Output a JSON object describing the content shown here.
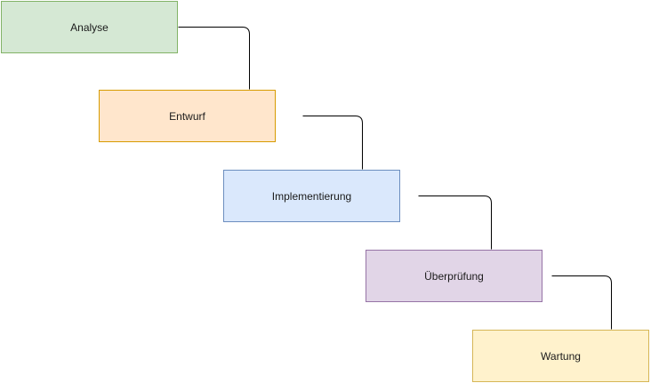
{
  "diagram": {
    "phases": [
      {
        "label": "Analyse",
        "fill": "#d5e8d4",
        "stroke": "#82b366"
      },
      {
        "label": "Entwurf",
        "fill": "#ffe6cc",
        "stroke": "#d79b00"
      },
      {
        "label": "Implementierung",
        "fill": "#dae8fc",
        "stroke": "#6c8ebf"
      },
      {
        "label": "Überprüfung",
        "fill": "#e1d5e7",
        "stroke": "#9673a6"
      },
      {
        "label": "Wartung",
        "fill": "#fff2cc",
        "stroke": "#d6b656"
      }
    ],
    "connectors": [
      {
        "from": "Analyse",
        "to": "Entwurf"
      },
      {
        "from": "Entwurf",
        "to": "Implementierung"
      },
      {
        "from": "Implementierung",
        "to": "Überprüfung"
      },
      {
        "from": "Überprüfung",
        "to": "Wartung"
      }
    ],
    "connector_color": "#000000"
  }
}
